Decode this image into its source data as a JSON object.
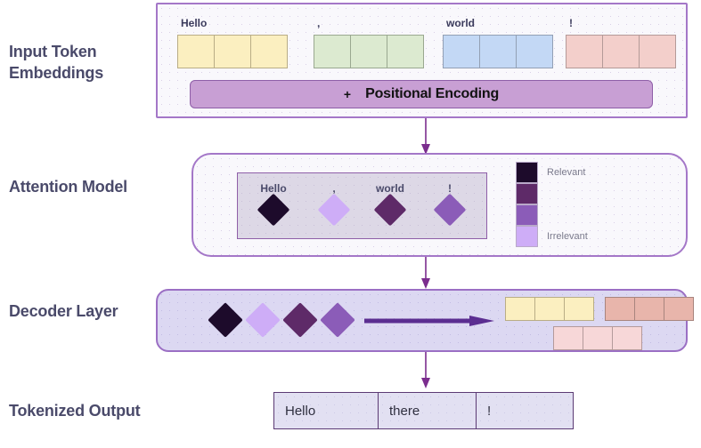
{
  "diagram": {
    "title": "Transformer pipeline diagram",
    "accent_purple": "#7b2d8e",
    "panel_border": "#a477c8"
  },
  "rows": {
    "input_label": "Input Token Embeddings",
    "attention_label": "Attention Model",
    "decoder_label": "Decoder Layer",
    "output_label": "Tokenized Output"
  },
  "input_section": {
    "tokens": [
      {
        "word": "Hello",
        "color": "yellow",
        "hex": "#fbefc0",
        "cells": 3
      },
      {
        "word": ",",
        "color": "green",
        "hex": "#dcead0",
        "cells": 3
      },
      {
        "word": "world",
        "color": "blue",
        "hex": "#c3d8f5",
        "cells": 3
      },
      {
        "word": "!",
        "color": "pink",
        "hex": "#f3cfcb",
        "cells": 3
      }
    ],
    "positional_encoding": {
      "plus": "+",
      "label": "Positional Encoding",
      "hex": "#c89fd4"
    }
  },
  "attention_section": {
    "columns": [
      {
        "word": "Hello",
        "hex": "#1d0b2b"
      },
      {
        "word": ",",
        "hex": "#ceadf7"
      },
      {
        "word": "world",
        "hex": "#5e2a68"
      },
      {
        "word": "!",
        "hex": "#8b5cb8"
      }
    ],
    "legend": {
      "top_label": "Relevant",
      "bottom_label": "Irrelevant",
      "swatches": [
        "#1d0b2b",
        "#5e2a68",
        "#8b5cb8",
        "#ceadf7"
      ]
    }
  },
  "decoder_section": {
    "diamonds": [
      {
        "hex": "#1d0b2b"
      },
      {
        "hex": "#ceadf7"
      },
      {
        "hex": "#5e2a68"
      },
      {
        "hex": "#8b5cb8"
      }
    ],
    "arrow_label": "forward-arrow",
    "output_blocks": [
      {
        "color": "yellow",
        "hex": "#fbefc0",
        "cells": 3
      },
      {
        "color": "salmon",
        "hex": "#e8b5ab",
        "cells": 3
      },
      {
        "color": "rose",
        "hex": "#f7d7d8",
        "cells": 3
      }
    ]
  },
  "output_section": {
    "cells": [
      "Hello",
      "there",
      "!"
    ]
  }
}
